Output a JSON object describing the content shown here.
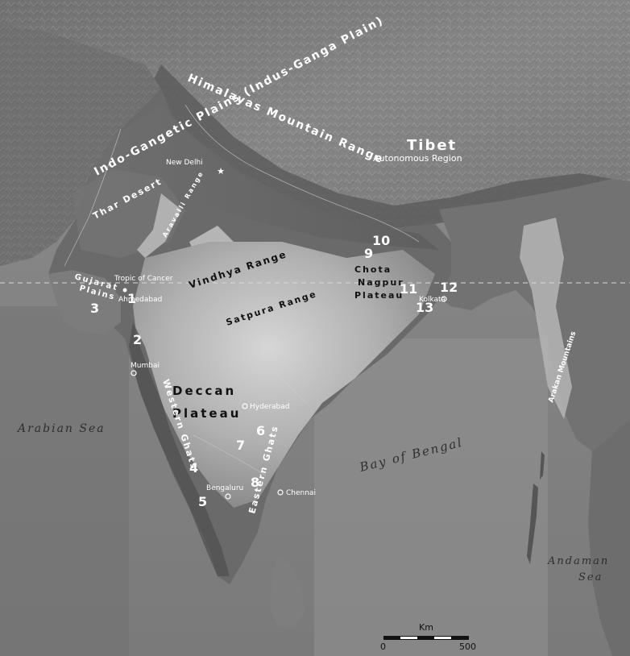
{
  "regions": {
    "tibet": "Tibet",
    "tibet_sub": "Autonomous Region",
    "himalayas": "Himalayas Mountain Range",
    "indo_gangetic": "Indo-Gangetic Plains (Indus-Ganga Plain)",
    "thar": "Thar Desert",
    "aravalli": "Aravalli Range",
    "vindhya": "Vindhya Range",
    "satpura": "Satpura Range",
    "chota1": "Chota",
    "chota2": "Nagpur",
    "chota3": "Plateau",
    "gujarat1": "Gujarat",
    "gujarat2": "Plains",
    "tropic": "Tropic of Cancer",
    "deccan1": "Deccan",
    "deccan2": "Plateau",
    "western_ghats": "Western Ghats",
    "eastern_ghats": "Eastern Ghats",
    "arakan": "Arakan Mountains"
  },
  "seas": {
    "arabian": "Arabian Sea",
    "bengal": "Bay of Bengal",
    "andaman1": "Andaman",
    "andaman2": "Sea"
  },
  "cities": {
    "new_delhi": "New Delhi",
    "ahmedabad": "Ahmedabad",
    "mumbai": "Mumbai",
    "hyderabad": "Hyderabad",
    "bengaluru": "Bengaluru",
    "chennai": "Chennai",
    "kolkata": "Kolkata"
  },
  "markers": [
    "1",
    "2",
    "3",
    "4",
    "5",
    "6",
    "7",
    "8",
    "9",
    "10",
    "11",
    "12",
    "13"
  ],
  "scale_bar": {
    "unit": "Km",
    "min": "0",
    "max": "500"
  }
}
